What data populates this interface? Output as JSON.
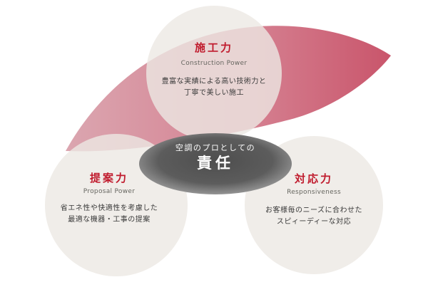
{
  "diagram": {
    "center": {
      "line1": "空調のプロとしての",
      "line2": "責任"
    },
    "circles": [
      {
        "id": "construction",
        "title": "施工力",
        "subtitle": "Construction Power",
        "body_line1": "豊富な実績による高い技術力と",
        "body_line2": "丁寧で美しい施工"
      },
      {
        "id": "proposal",
        "title": "提案力",
        "subtitle": "Proposal Power",
        "body_line1": "省エネ性や快適性を考慮した",
        "body_line2": "最適な機器・工事の提案"
      },
      {
        "id": "responsiveness",
        "title": "対応力",
        "subtitle": "Responsiveness",
        "body_line1": "お客様毎のニーズに合わせた",
        "body_line2": "スピィーディーな対応"
      }
    ],
    "colors": {
      "title_red": "#c01b2d",
      "circle_fill": "#edeae6",
      "swoosh_pink_light": "#dba6b0",
      "swoosh_pink_dark": "#c9556b",
      "center_ellipse_dark": "#555555",
      "center_text": "#ffffff"
    }
  }
}
